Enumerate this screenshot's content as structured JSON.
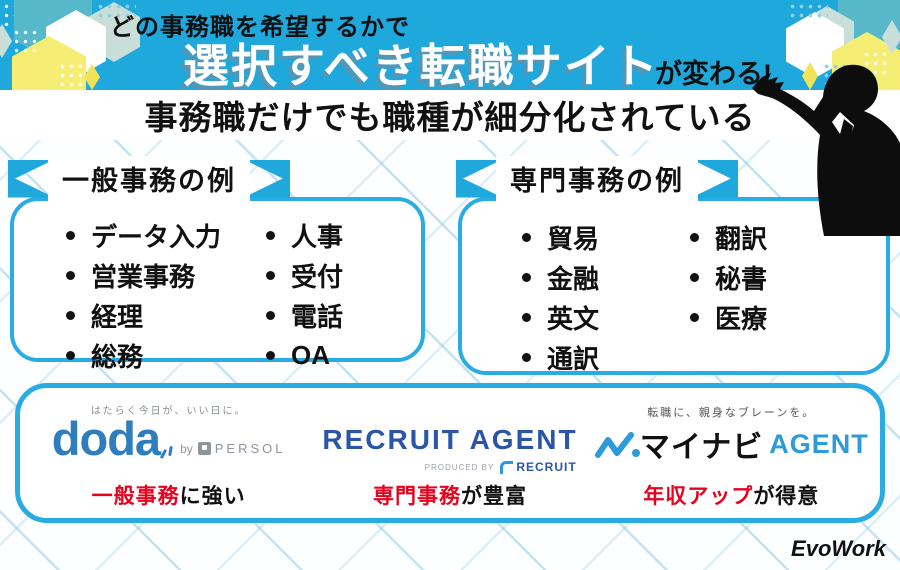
{
  "banner": {
    "subtitle": "どの事務職を希望するかで",
    "title": "選択すべき転職サイト",
    "suffix": "が変わる!"
  },
  "heading": "事務職だけでも職種が細分化されている",
  "sections": [
    {
      "label": "一般事務の例",
      "items_col1": [
        "データ入力",
        "営業事務",
        "経理",
        "総務"
      ],
      "items_col2": [
        "人事",
        "受付",
        "電話",
        "OA"
      ]
    },
    {
      "label": "専門事務の例",
      "items_col1": [
        "貿易",
        "金融",
        "英文",
        "通訳"
      ],
      "items_col2": [
        "翻訳",
        "秘書",
        "医療"
      ]
    }
  ],
  "services": [
    {
      "tagline": "はたらく今日が、いい日に。",
      "logo": "doda",
      "by": "by",
      "by_brand": "PERSOL",
      "highlight": "一般事務",
      "rest": "に強い"
    },
    {
      "logo": "RECRUIT AGENT",
      "produced": "PRODUCED BY",
      "produced_brand": "RECRUIT",
      "highlight": "専門事務",
      "rest": "が豊富"
    },
    {
      "tagline": "転職に、親身なブレーンを。",
      "logo": "マイナビ",
      "logo_suffix": "AGENT",
      "highlight": "年収アップ",
      "rest": "が得意"
    }
  ],
  "footer": {
    "brand": "EvoWork"
  },
  "colors": {
    "banner_blue": "#1FA8DC",
    "box_border": "#29ACE3",
    "accent_red": "#E8001C",
    "doda_blue": "#2E7DBE",
    "recruit_navy": "#2B55A6",
    "mynavi_blue": "#2D9BD8",
    "hex_teal": "#56B8C9",
    "hex_yellow": "#F6ED75",
    "hex_pale": "#C9DED9"
  }
}
